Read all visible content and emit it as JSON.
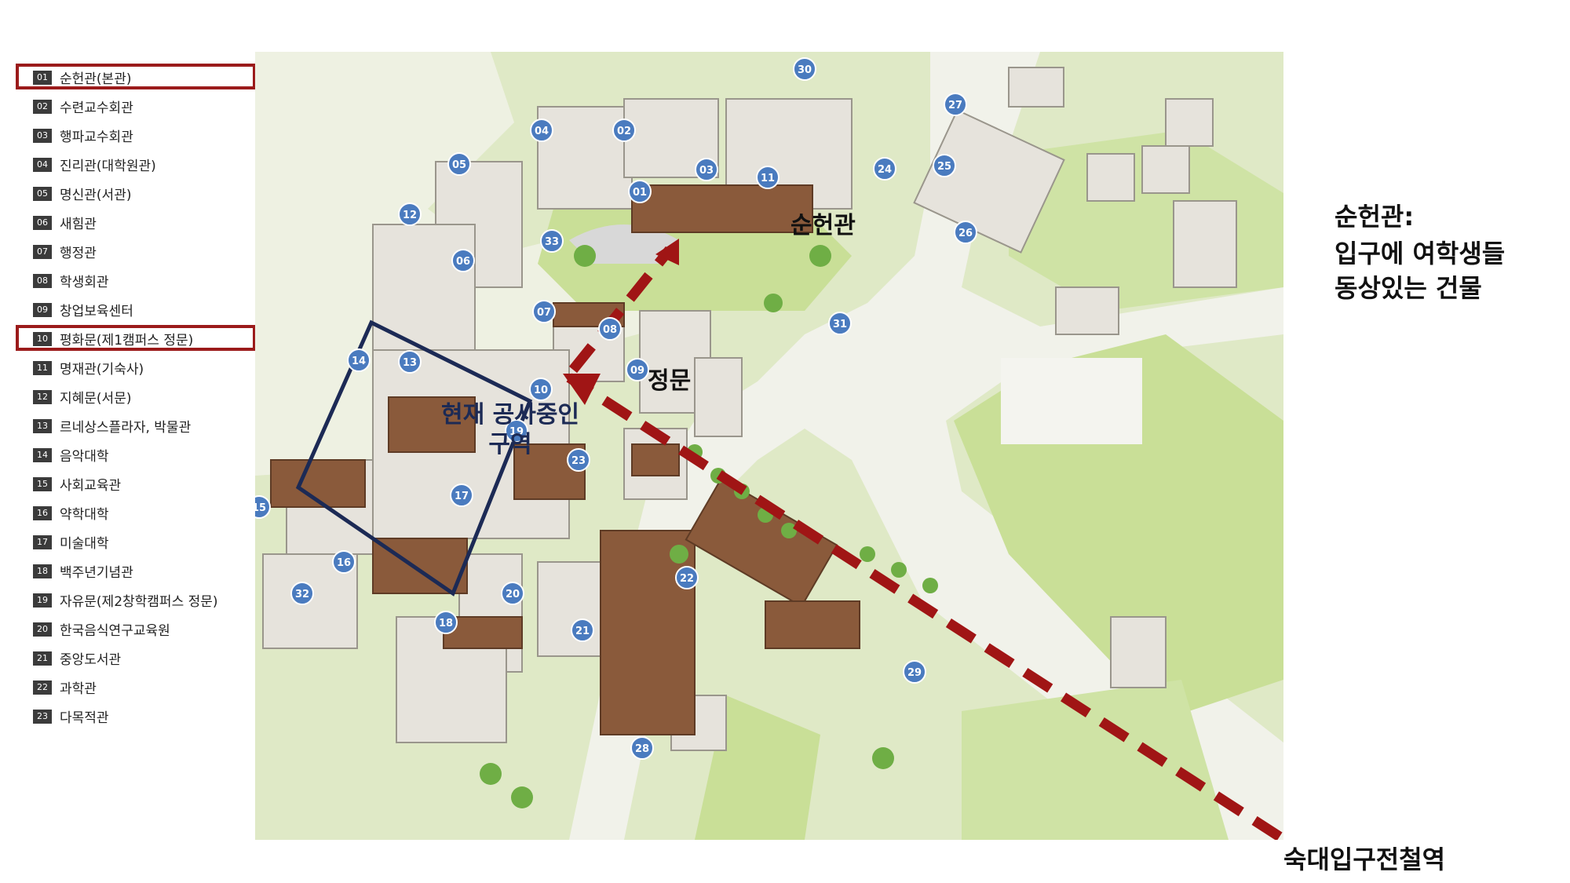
{
  "legend": [
    {
      "num": "01",
      "label": "순헌관(본관)",
      "highlight": true
    },
    {
      "num": "02",
      "label": "수련교수회관",
      "highlight": false
    },
    {
      "num": "03",
      "label": "행파교수회관",
      "highlight": false
    },
    {
      "num": "04",
      "label": "진리관(대학원관)",
      "highlight": false
    },
    {
      "num": "05",
      "label": "명신관(서관)",
      "highlight": false
    },
    {
      "num": "06",
      "label": "새힘관",
      "highlight": false
    },
    {
      "num": "07",
      "label": "행정관",
      "highlight": false
    },
    {
      "num": "08",
      "label": "학생회관",
      "highlight": false
    },
    {
      "num": "09",
      "label": "창업보육센터",
      "highlight": false
    },
    {
      "num": "10",
      "label": "평화문(제1캠퍼스 정문)",
      "highlight": true
    },
    {
      "num": "11",
      "label": "명재관(기숙사)",
      "highlight": false
    },
    {
      "num": "12",
      "label": "지혜문(서문)",
      "highlight": false
    },
    {
      "num": "13",
      "label": "르네상스플라자, 박물관",
      "highlight": false
    },
    {
      "num": "14",
      "label": "음악대학",
      "highlight": false
    },
    {
      "num": "15",
      "label": "사회교육관",
      "highlight": false
    },
    {
      "num": "16",
      "label": "약학대학",
      "highlight": false
    },
    {
      "num": "17",
      "label": "미술대학",
      "highlight": false
    },
    {
      "num": "18",
      "label": "백주년기념관",
      "highlight": false
    },
    {
      "num": "19",
      "label": "자유문(제2창학캠퍼스 정문)",
      "highlight": false
    },
    {
      "num": "20",
      "label": "한국음식연구교육원",
      "highlight": false
    },
    {
      "num": "21",
      "label": "중앙도서관",
      "highlight": false
    },
    {
      "num": "22",
      "label": "과학관",
      "highlight": false
    },
    {
      "num": "23",
      "label": "다목적관",
      "highlight": false
    }
  ],
  "annotations": {
    "main_building": "순헌관",
    "main_gate": "정문",
    "construction": "현재 공사중인 구역",
    "station": "숙대입구전철역",
    "side_title": "순헌관:",
    "side_line1": "입구에 여학생들",
    "side_line2": "동상있는 건물"
  },
  "map_markers": [
    "01",
    "02",
    "03",
    "04",
    "05",
    "06",
    "07",
    "08",
    "09",
    "10",
    "11",
    "12",
    "13",
    "14",
    "15",
    "16",
    "17",
    "18",
    "19",
    "20",
    "21",
    "22",
    "23",
    "24",
    "25",
    "26",
    "27",
    "28",
    "29",
    "30",
    "31",
    "32",
    "33"
  ],
  "colors": {
    "route": "#a01515",
    "highlight_box": "#9b1b1b",
    "construction_box": "#1c2a55",
    "marker": "#4a7bbf",
    "grass": "#cfe3a5"
  }
}
